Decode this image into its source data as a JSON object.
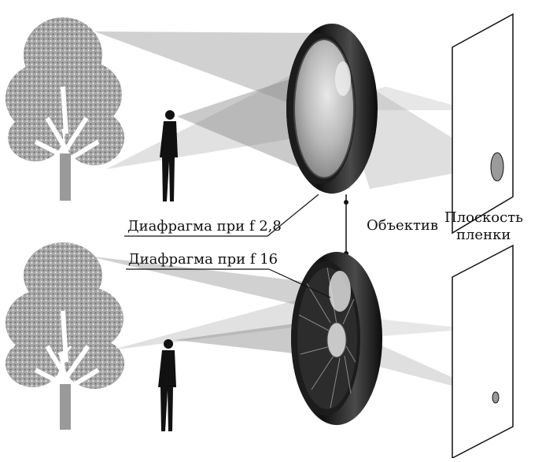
{
  "labels": {
    "aperture_f28": "Диафрагма при f 2,8",
    "aperture_f16": "Диафрагма при f 16",
    "lens": "Объектив",
    "film_plane_line1": "Плоскость",
    "film_plane_line2": "пленки"
  },
  "colors": {
    "ink": "#111111",
    "tree": "#8f8f8f",
    "cone": "#9a9a9a",
    "lens_rim": "#202020",
    "film_plane": "#ffffff"
  }
}
